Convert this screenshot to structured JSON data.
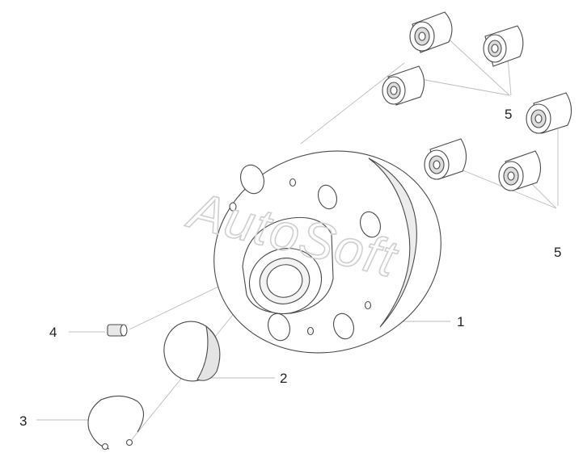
{
  "diagram": {
    "watermark": "AutoSoft",
    "callouts": {
      "hub": "1",
      "cap": "2",
      "ring": "3",
      "nipple": "4",
      "bushings_top": "5",
      "bushings_right": "5"
    }
  },
  "colors": {
    "line": "#4a4a4a",
    "leader": "#bdbdbd",
    "fill": "#ffffff",
    "shade": "#d8d8d8"
  }
}
